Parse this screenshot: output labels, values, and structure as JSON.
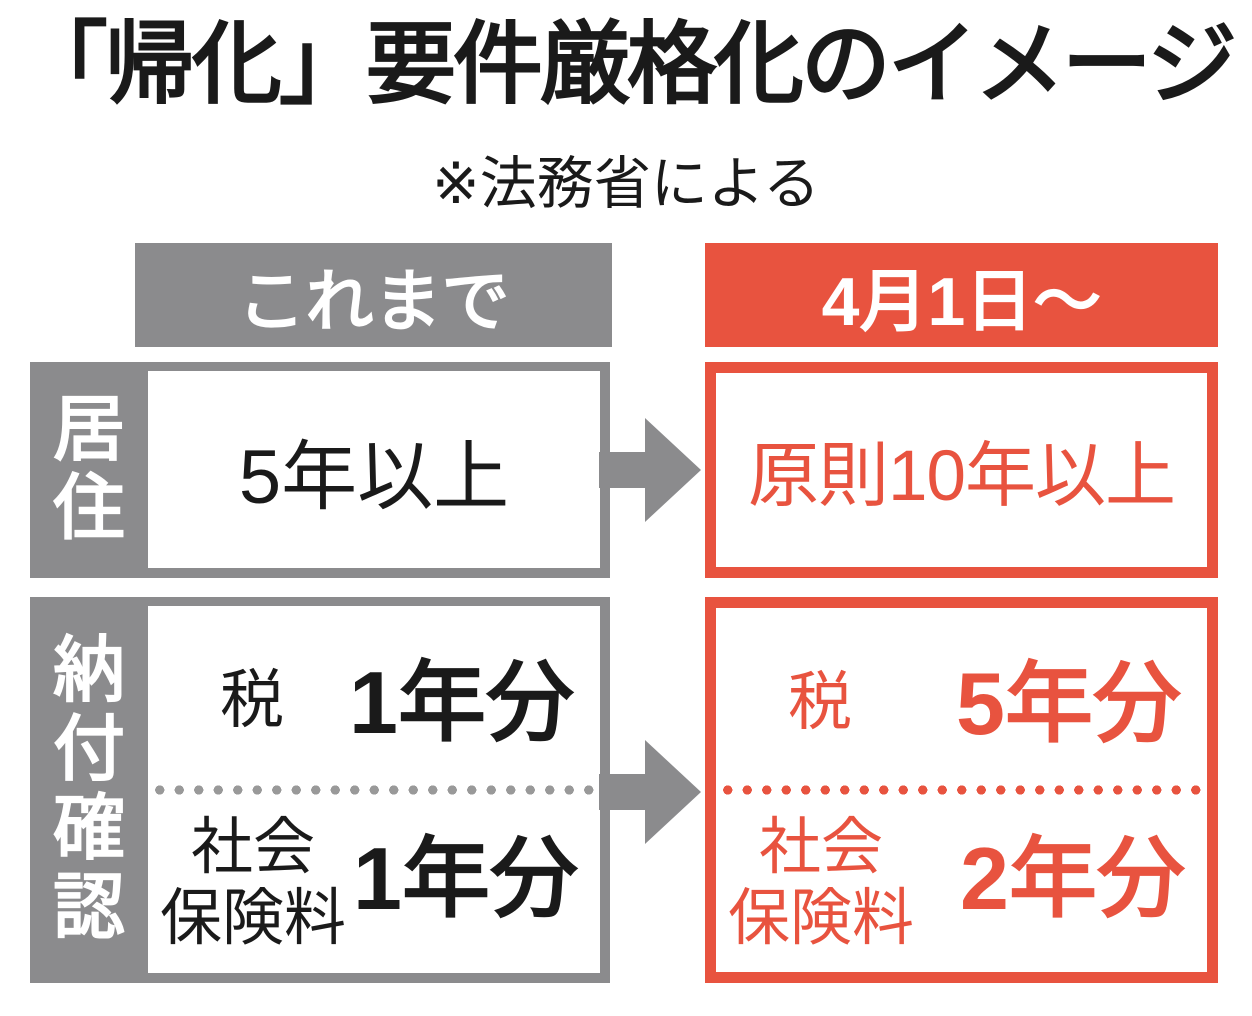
{
  "title": "「帰化」要件厳格化のイメージ",
  "subtitle": "※法務省による",
  "columns": {
    "before": "これまで",
    "after": "4月1日〜"
  },
  "residence": {
    "label": "居住",
    "before_value": "5年以上",
    "after_value": "原則10年以上"
  },
  "payment": {
    "label": "納付確認",
    "before": {
      "tax_label": "税",
      "tax_value": "1年分",
      "insurance_line1": "社会",
      "insurance_line2": "保険料",
      "insurance_value": "1年分"
    },
    "after": {
      "tax_label": "税",
      "tax_value": "5年分",
      "insurance_line1": "社会",
      "insurance_line2": "保険料",
      "insurance_value": "2年分"
    }
  },
  "colors": {
    "accent_red": "#E8533F",
    "gray": "#8B8B8D",
    "dot_gray": "#999999",
    "text_black": "#1A1A1A"
  }
}
